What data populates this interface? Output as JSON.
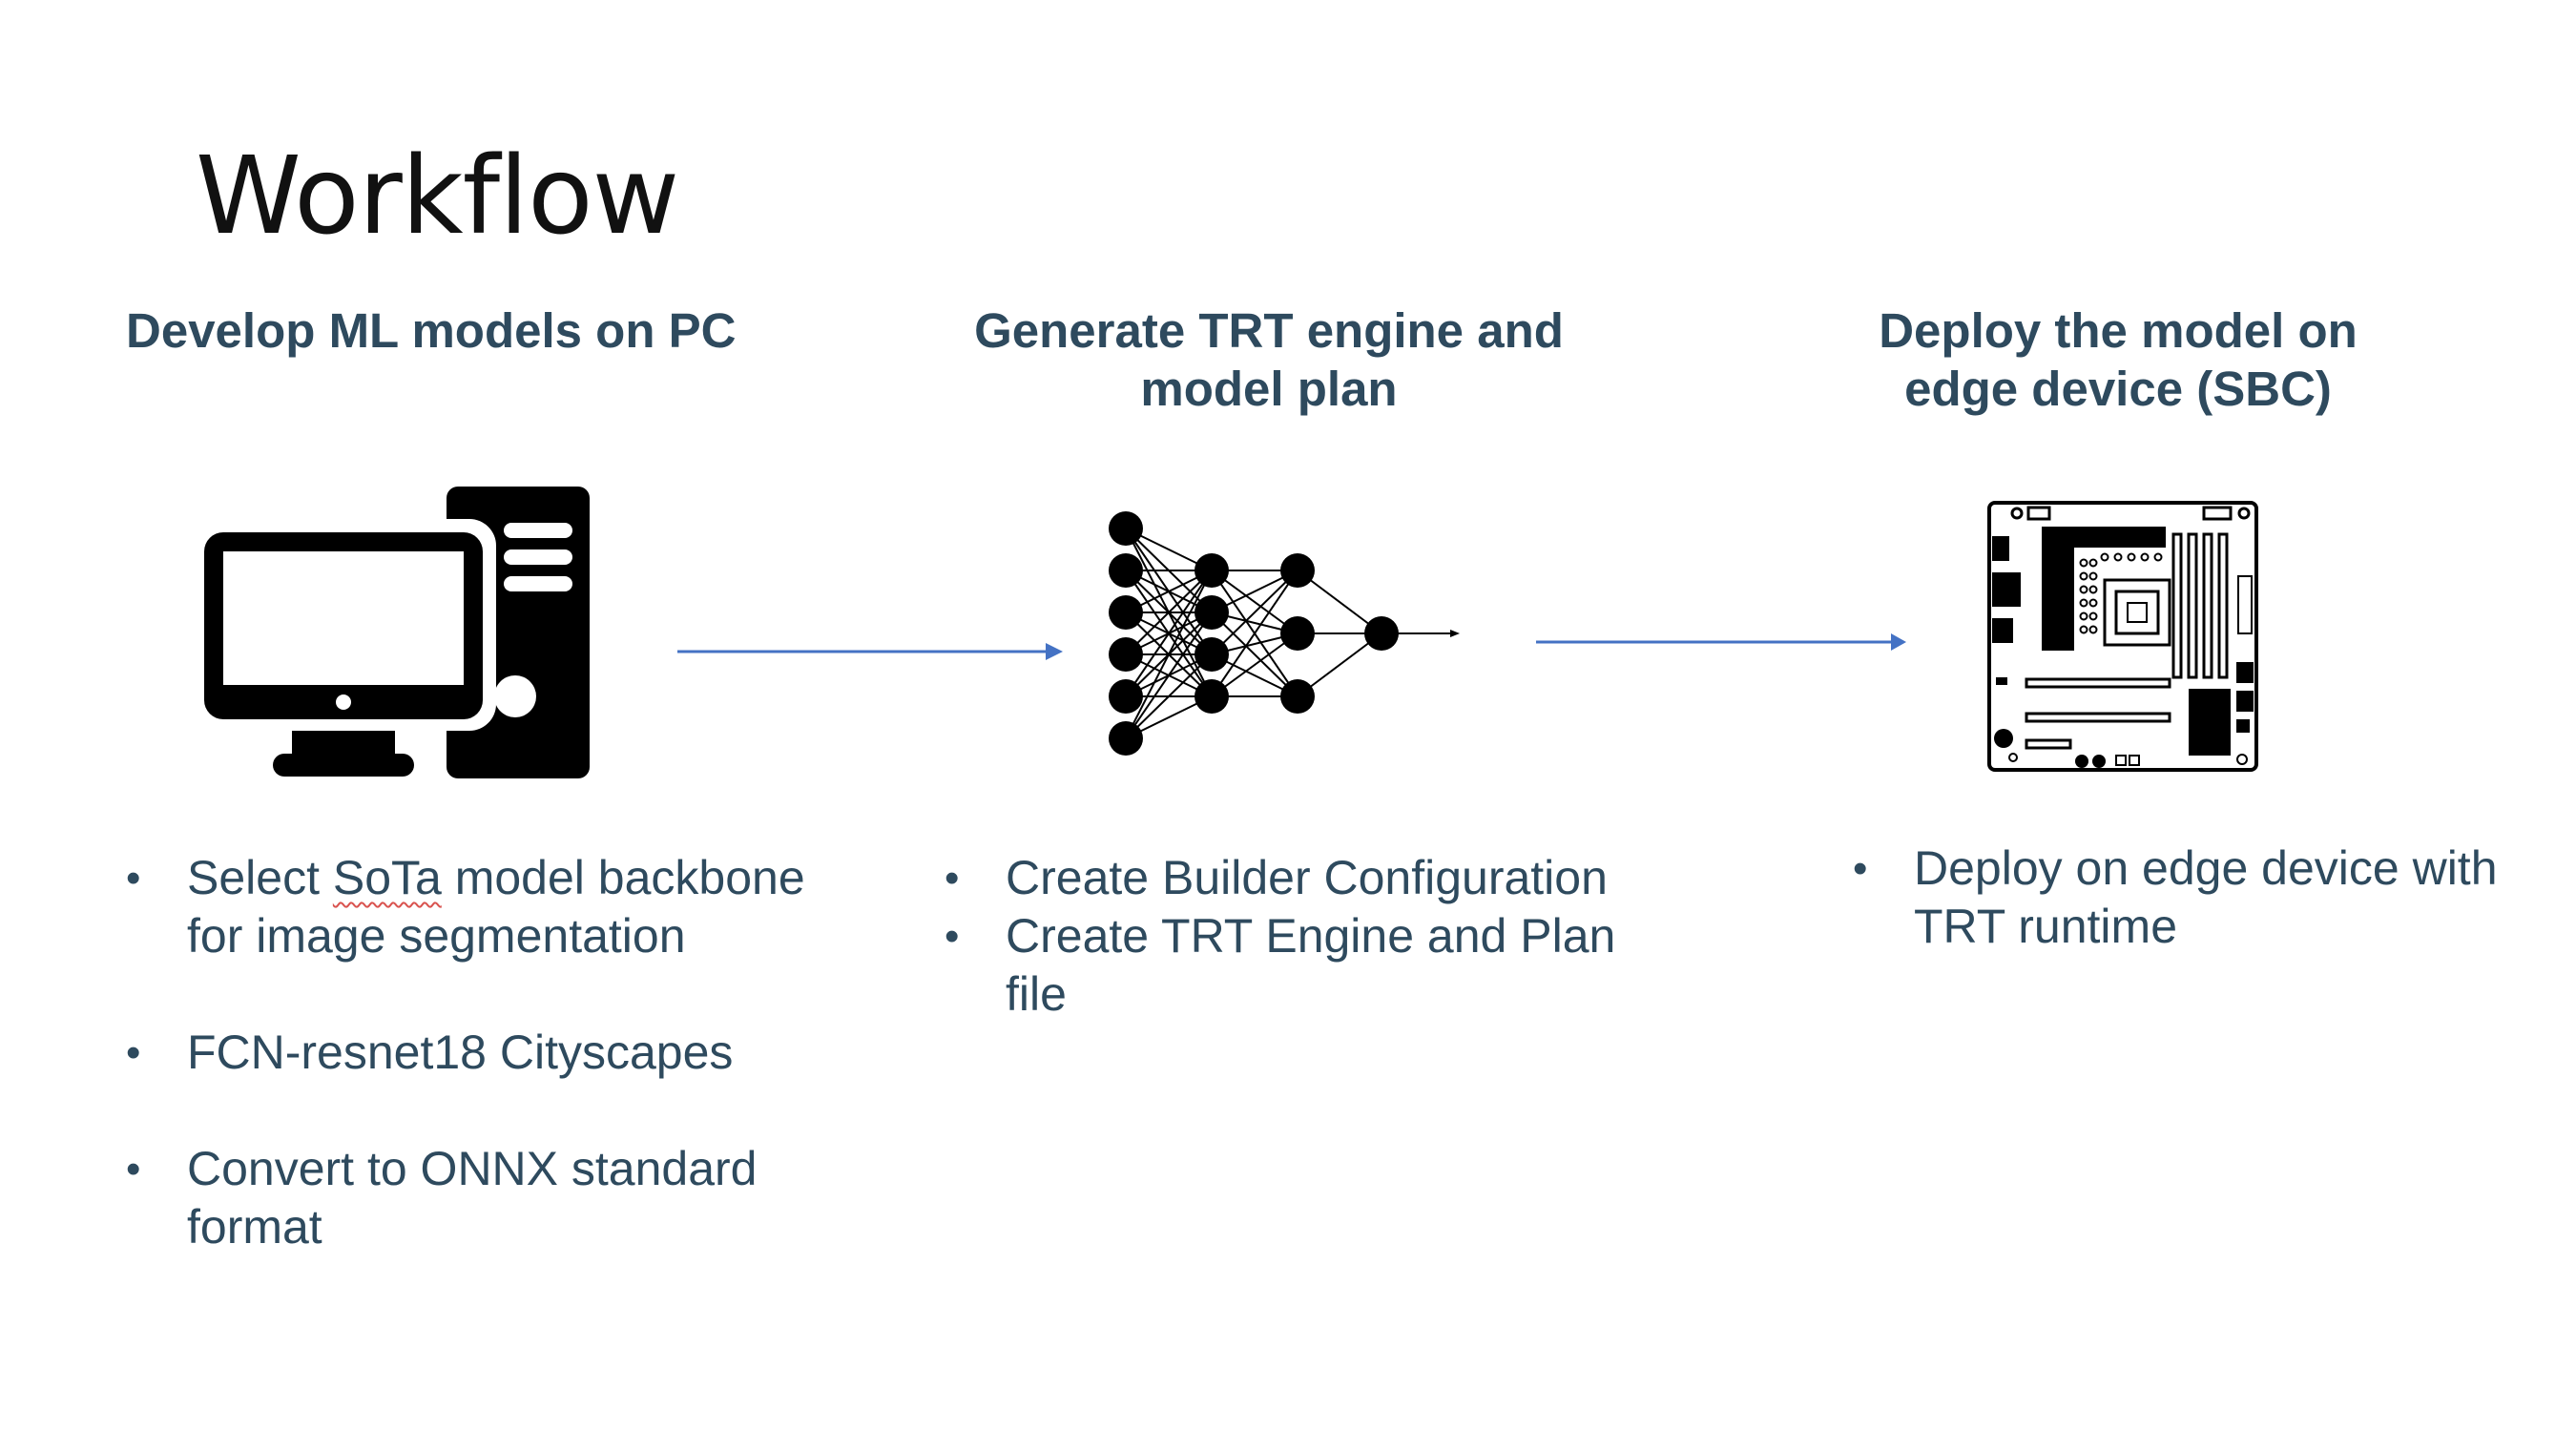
{
  "title": "Workflow",
  "steps": [
    {
      "heading": [
        "Develop ML models on PC"
      ],
      "icon": "desktop-computer-icon",
      "bullets": [
        {
          "lines": [
            "Select SoTa model backbone",
            "for image segmentation"
          ]
        },
        {
          "lines": [
            "FCN-resnet18 Cityscapes"
          ]
        },
        {
          "lines": [
            "Convert to ONNX standard",
            "format"
          ]
        }
      ]
    },
    {
      "heading": [
        "Generate TRT engine and",
        "model plan"
      ],
      "icon": "neural-network-icon",
      "bullets": [
        {
          "lines": [
            "Create Builder Configuration"
          ]
        },
        {
          "lines": [
            "Create TRT Engine and Plan",
            "file"
          ]
        }
      ]
    },
    {
      "heading": [
        "Deploy the model on",
        "edge device (SBC)"
      ],
      "icon": "motherboard-icon",
      "bullets": [
        {
          "lines": [
            "Deploy on edge device with",
            "TRT runtime"
          ]
        }
      ]
    }
  ],
  "colors": {
    "heading": "#2e4a5e",
    "arrow": "#4472c4",
    "icon": "#000000"
  }
}
